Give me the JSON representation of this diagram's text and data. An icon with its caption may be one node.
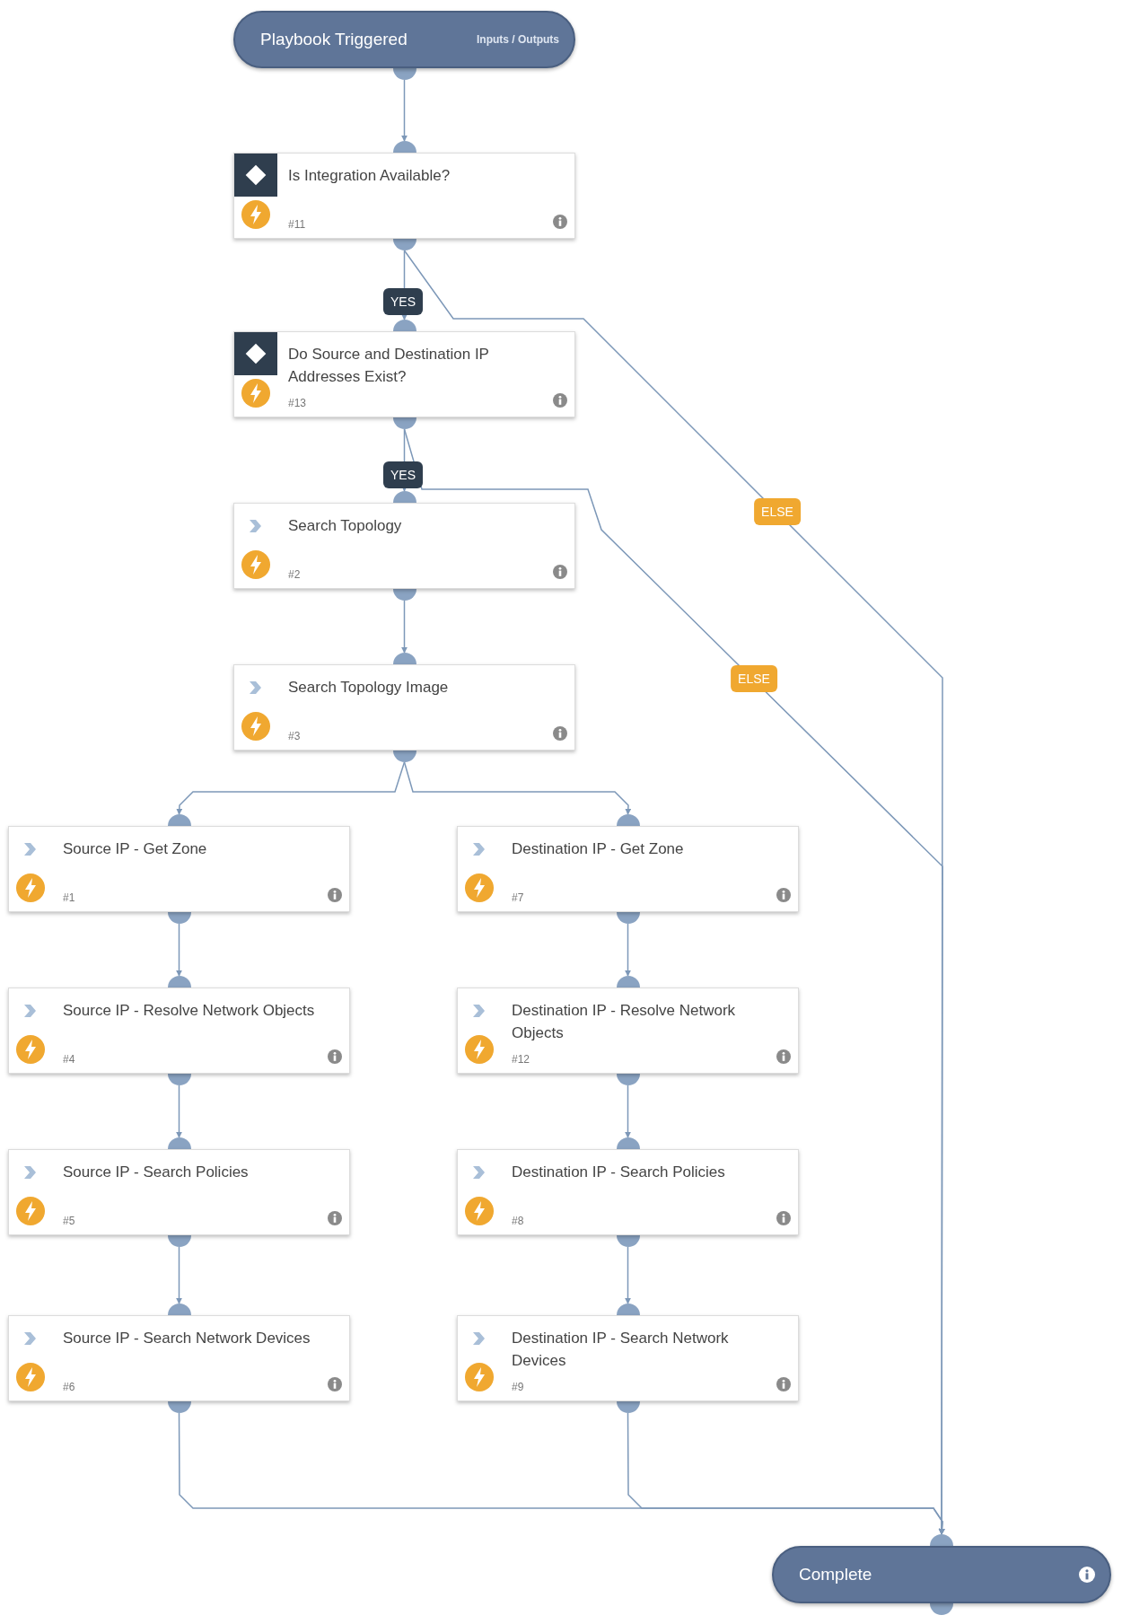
{
  "diagram": {
    "nodes": [
      {
        "text": [
          "Playbook Triggered",
          "Inputs / Outputs"
        ]
      },
      {
        "text": [
          "Is Integration Available?",
          "#11"
        ]
      },
      {
        "text": [
          "Do Source and Destination IP Addresses Exist?",
          "#13"
        ]
      },
      {
        "text": [
          "Search Topology",
          "#2"
        ]
      },
      {
        "text": [
          "Search Topology Image",
          "#3"
        ]
      },
      {
        "text": [
          "Source IP - Get Zone",
          "#1"
        ]
      },
      {
        "text": [
          "Destination IP - Get Zone",
          "#7"
        ]
      },
      {
        "text": [
          "Source IP - Resolve Network Objects",
          "#4"
        ]
      },
      {
        "text": [
          "Destination IP - Resolve Network Objects",
          "#12"
        ]
      },
      {
        "text": [
          "Source IP - Search Policies",
          "#5"
        ]
      },
      {
        "text": [
          "Destination IP - Search Policies",
          "#8"
        ]
      },
      {
        "text": [
          "Source IP - Search Network Devices",
          "#6"
        ]
      },
      {
        "text": [
          "Destination IP - Search Network Devices",
          "#9"
        ]
      },
      {
        "text": [
          "Complete"
        ]
      }
    ],
    "edges": [
      {
        "from": 0,
        "to": 1,
        "arrow": "to"
      },
      {
        "from": 1,
        "to": 2,
        "arrow": "to",
        "label": "YES"
      },
      {
        "from": 1,
        "to": 13,
        "arrow": "to",
        "label": "ELSE"
      },
      {
        "from": 2,
        "to": 3,
        "arrow": "to",
        "label": "YES"
      },
      {
        "from": 2,
        "to": 13,
        "arrow": "to",
        "label": "ELSE"
      },
      {
        "from": 3,
        "to": 4,
        "arrow": "to"
      },
      {
        "from": 4,
        "to": 5,
        "arrow": "to"
      },
      {
        "from": 4,
        "to": 6,
        "arrow": "to"
      },
      {
        "from": 5,
        "to": 7,
        "arrow": "to"
      },
      {
        "from": 7,
        "to": 9,
        "arrow": "to"
      },
      {
        "from": 9,
        "to": 11,
        "arrow": "to"
      },
      {
        "from": 6,
        "to": 8,
        "arrow": "to"
      },
      {
        "from": 8,
        "to": 10,
        "arrow": "to"
      },
      {
        "from": 10,
        "to": 12,
        "arrow": "to"
      },
      {
        "from": 11,
        "to": 13,
        "arrow": "to"
      },
      {
        "from": 12,
        "to": 13,
        "arrow": "to"
      }
    ]
  }
}
